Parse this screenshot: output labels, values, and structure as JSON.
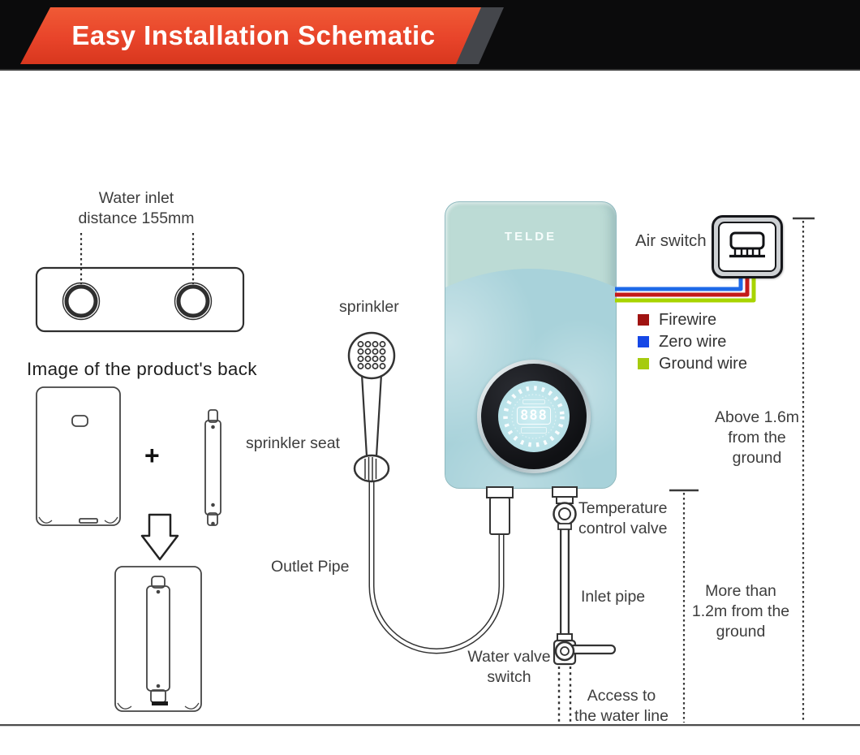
{
  "header": {
    "title": "Easy Installation Schematic"
  },
  "inlet_note": {
    "text": "Water inlet\ndistance 155mm"
  },
  "back_section": {
    "title": "Image of the product's back",
    "plus": "+"
  },
  "device": {
    "brand": "TELDE",
    "display_value": "888"
  },
  "labels": {
    "sprinkler": "sprinkler",
    "sprinkler_seat": "sprinkler seat",
    "outlet_pipe": "Outlet Pipe",
    "air_switch": "Air switch",
    "temperature_valve": "Temperature\ncontrol valve",
    "inlet_pipe": "Inlet pipe",
    "water_valve_switch": "Water valve\nswitch",
    "access_water_line": "Access to\nthe water line"
  },
  "measurements": {
    "above_ground": "Above 1.6m\nfrom the\nground",
    "more_than_ground": "More than\n1.2m from the\nground"
  },
  "legend": {
    "items": [
      {
        "label": "Firewire",
        "color": "#a01311"
      },
      {
        "label": "Zero wire",
        "color": "#1547e6"
      },
      {
        "label": "Ground wire",
        "color": "#a6cb0f"
      }
    ]
  },
  "colors": {
    "banner": "#e8442a",
    "header_bg": "#0b0b0c",
    "device_body": "#a8d2da",
    "device_top": "#bcdbd5",
    "wire_fire": "#c41a1a",
    "wire_zero": "#1f6ae8",
    "wire_ground": "#a8d400"
  }
}
